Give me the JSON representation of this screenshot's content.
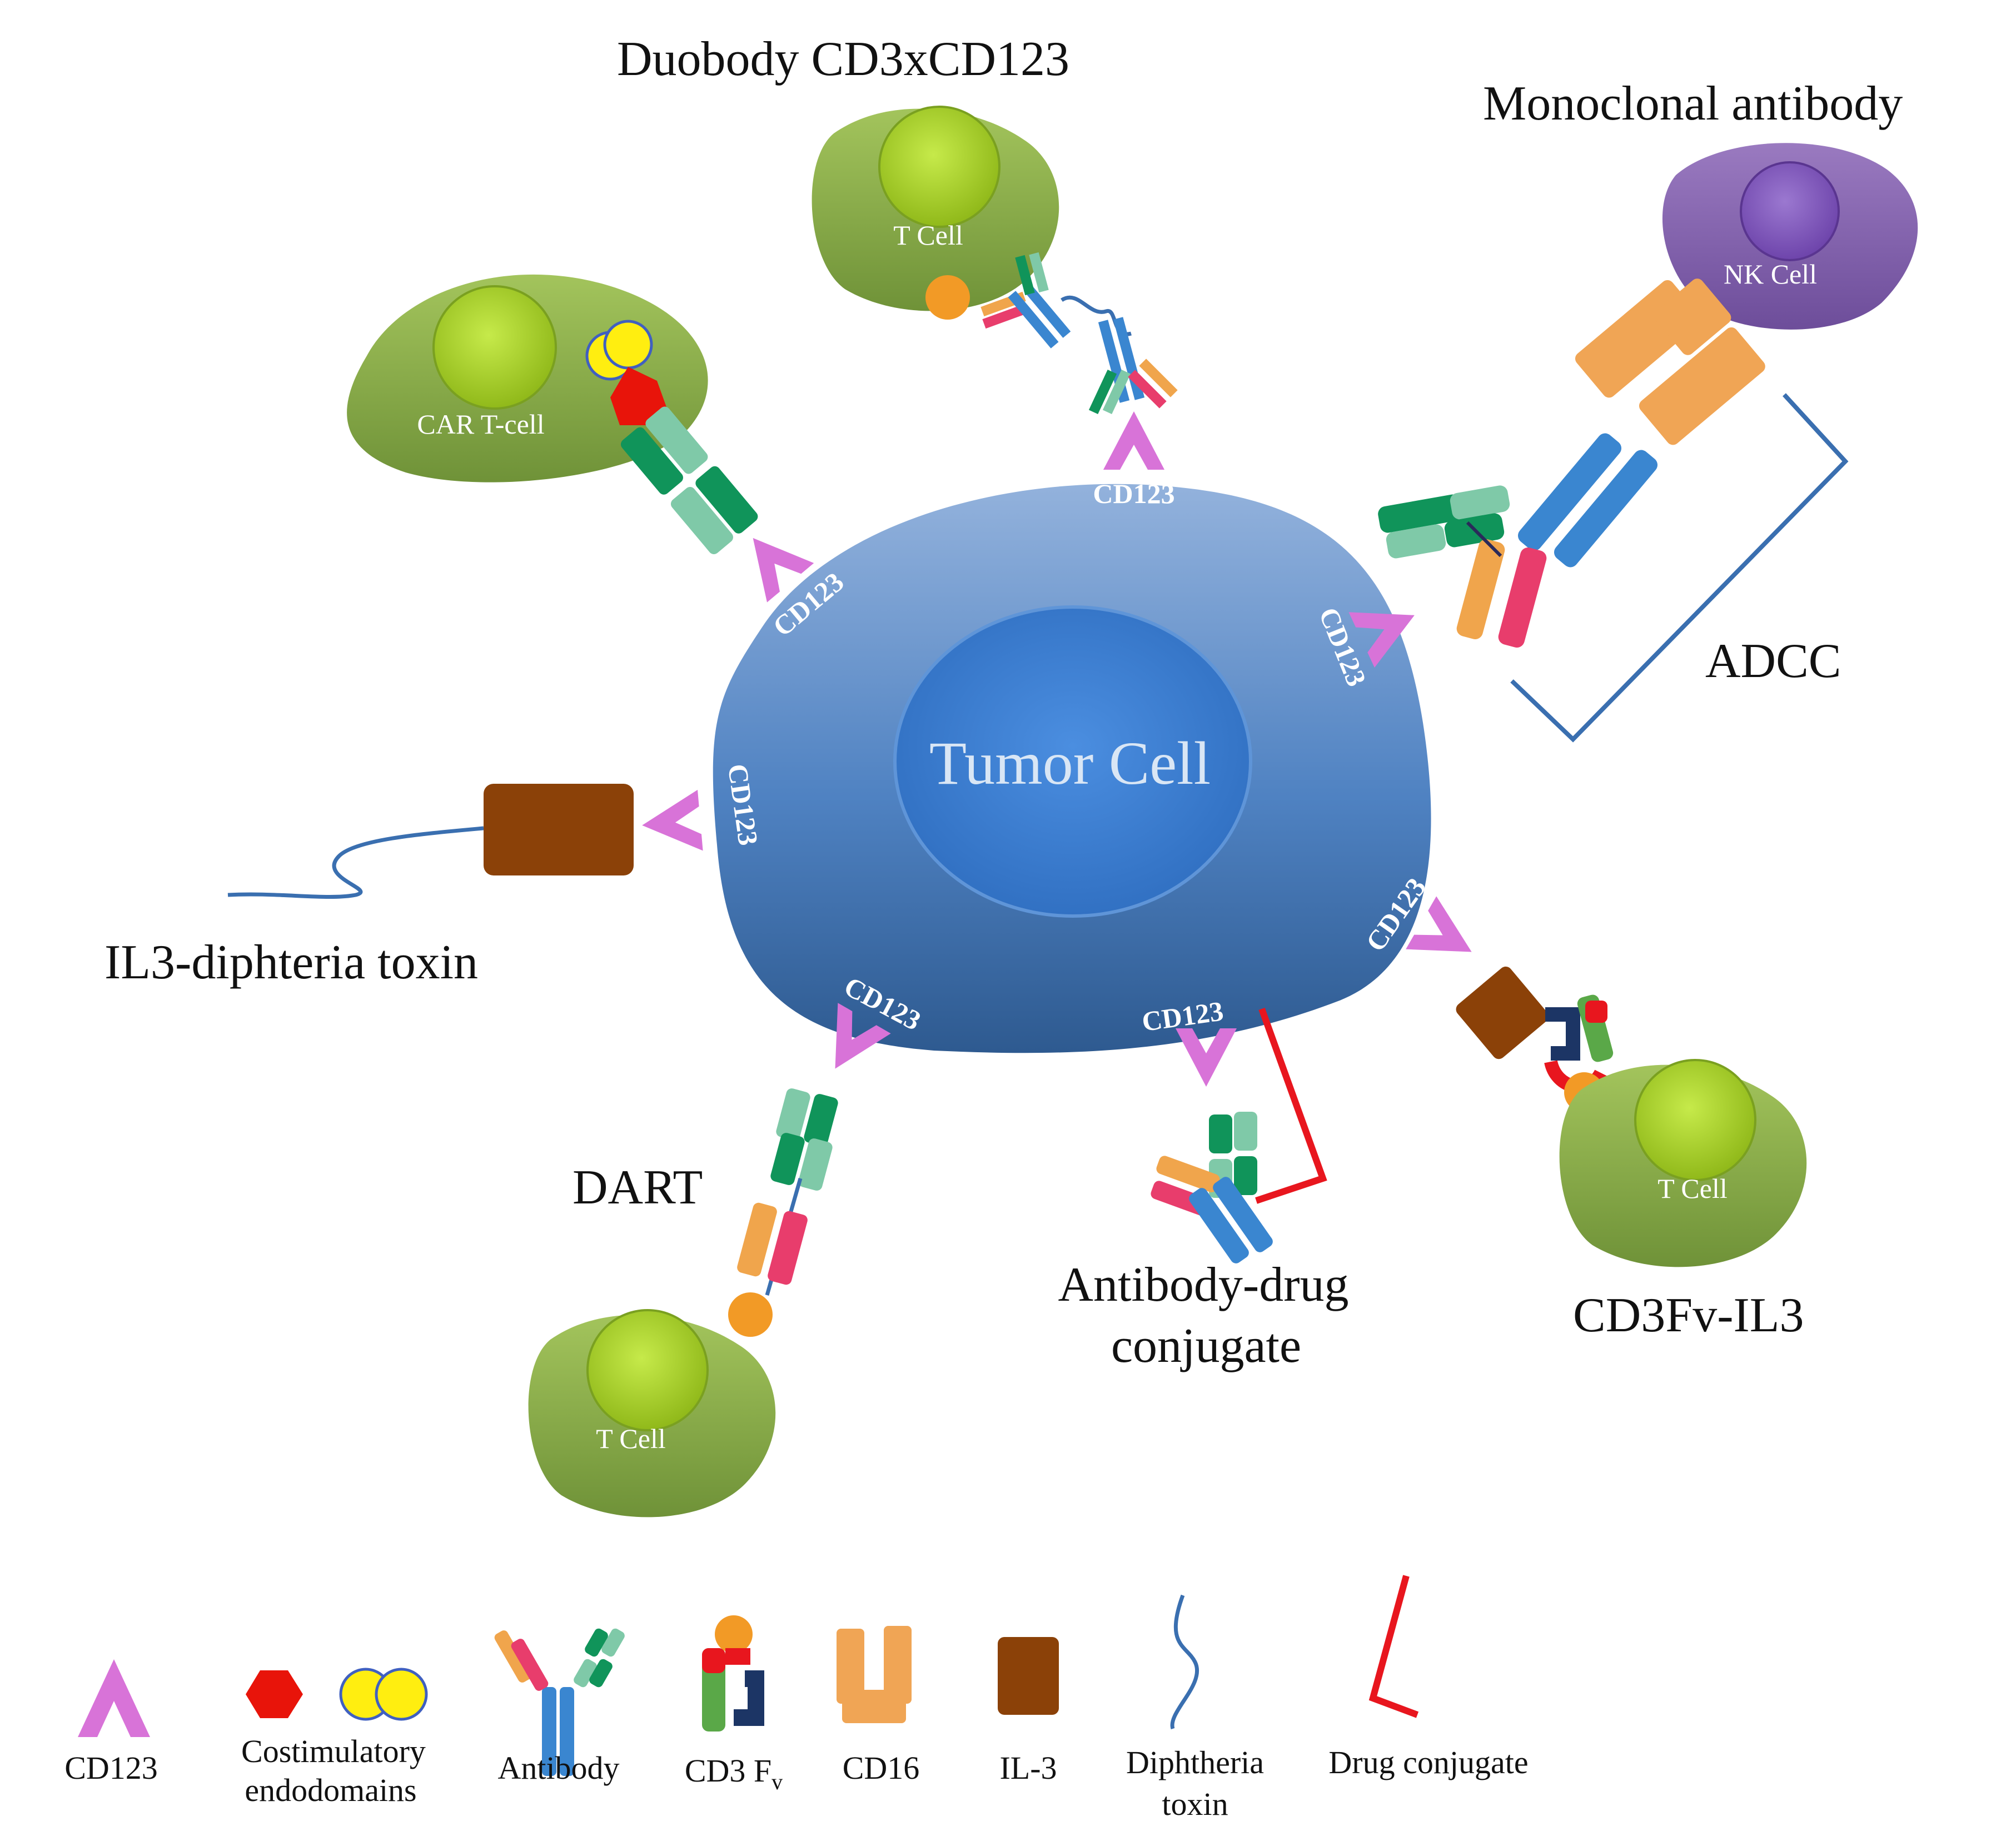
{
  "titles": {
    "duobody": "Duobody  CD3xCD123",
    "monoclonal": "Monoclonal antibody",
    "adcc": "ADCC",
    "il3_toxin": "IL3-diphteria toxin",
    "dart": "DART",
    "adc_line1": "Antibody-drug",
    "adc_line2": "conjugate",
    "cd3fv_il3": "CD3Fv-IL3"
  },
  "cells": {
    "tumor": "Tumor Cell",
    "car_t": "CAR T-cell",
    "t_cell_top": "T Cell",
    "nk_cell": "NK Cell",
    "t_cell_right": "T Cell",
    "t_cell_bottom": "T Cell"
  },
  "receptor_label": "CD123",
  "legend": {
    "cd123": "CD123",
    "costim_line1": "Costimulatory",
    "costim_line2": "endodomains",
    "antibody": "Antibody",
    "cd3fv": "CD3 F",
    "cd3fv_sub": "v",
    "cd16": "CD16",
    "il3": "IL-3",
    "diph_line1": "Diphtheria",
    "diph_line2": "toxin",
    "drug": "Drug conjugate"
  },
  "colors": {
    "tumor_outer": "#3f6ea8",
    "tumor_nucleus": "#3d7fd0",
    "cell_body": "#8fb050",
    "cell_nucleus": "#a6cf2a",
    "nk_body": "#8060a8",
    "cd123": "#d873d8",
    "il3": "#8b4108",
    "cd16": "#f0a555",
    "antibody_heavy": "#3a86d0",
    "drug": "#e8161e",
    "costim_hex": "#e8140a",
    "costim_circle": "#ffee10"
  }
}
